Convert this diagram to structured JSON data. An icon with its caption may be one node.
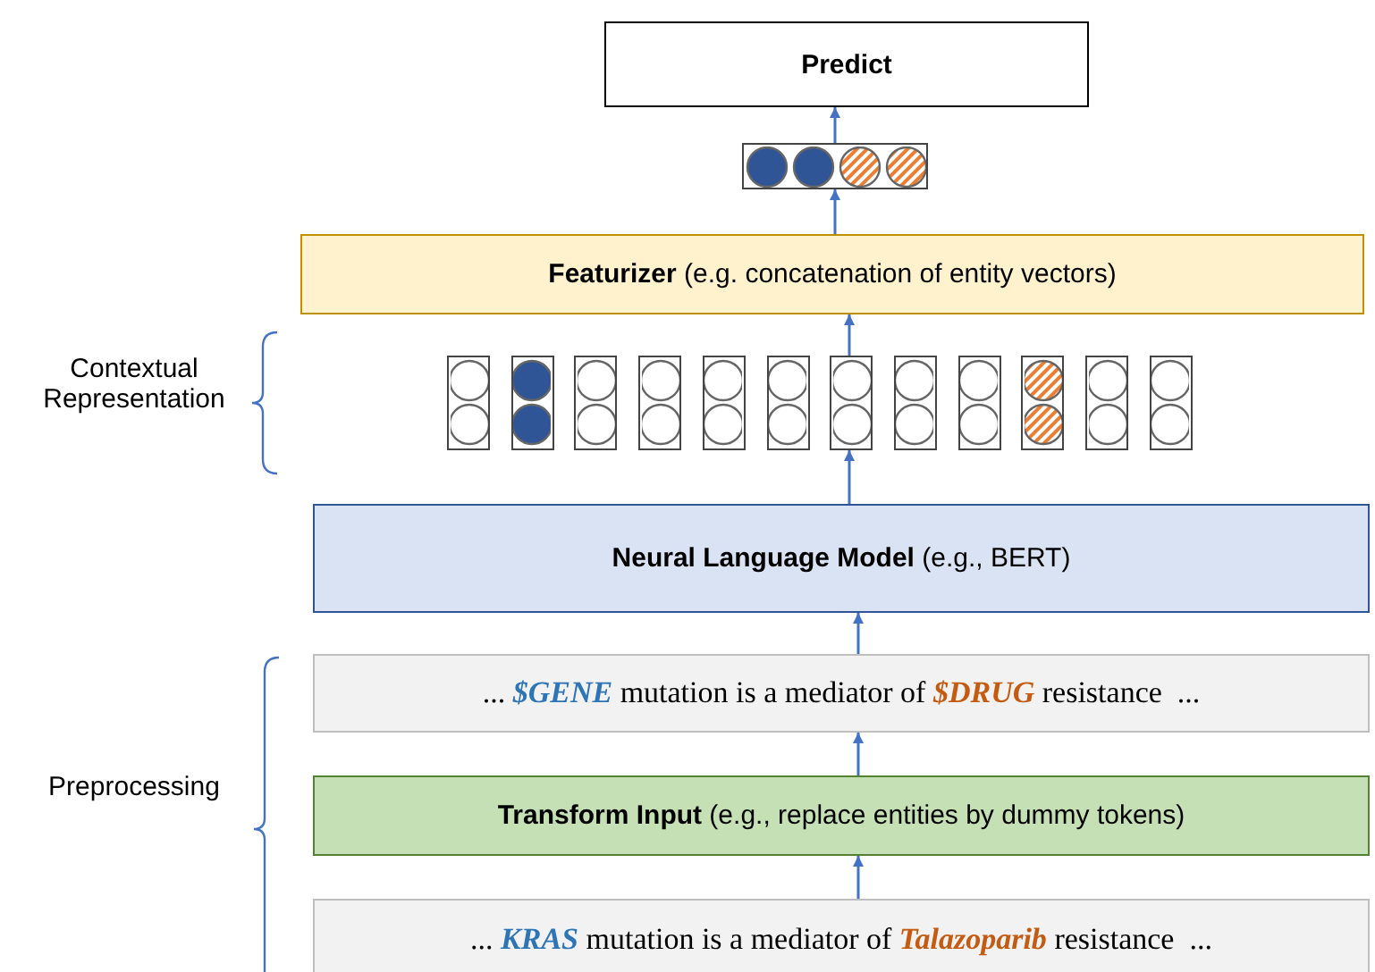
{
  "diagram": {
    "nodes": [
      {
        "text": [
          "Predict"
        ]
      },
      {
        "text": [],
        "shape": "box"
      },
      {
        "text": [
          "**Featurizer** (e.g. concatenation of entity vectors)"
        ]
      },
      {
        "text": [],
        "shape": "box"
      },
      {
        "text": [],
        "shape": "box"
      },
      {
        "text": [],
        "shape": "box"
      },
      {
        "text": [],
        "shape": "box"
      },
      {
        "text": [],
        "shape": "box"
      },
      {
        "text": [],
        "shape": "box"
      },
      {
        "text": [],
        "shape": "box"
      },
      {
        "text": [],
        "shape": "box"
      },
      {
        "text": [],
        "shape": "box"
      },
      {
        "text": [],
        "shape": "box"
      },
      {
        "text": [],
        "shape": "box"
      },
      {
        "text": [],
        "shape": "box"
      },
      {
        "text": [
          "**Neural Language Model** (e.g., BERT)"
        ]
      },
      {
        "text": [
          "... **$GENE** mutation is a mediator of **$DRUG** resistance  ..."
        ]
      },
      {
        "text": [
          "**Transform Input** (e.g., replace entities by dummy tokens)"
        ]
      },
      {
        "text": [
          "... **KRAS** mutation is a mediator of **Talazoparib** resistance  ..."
        ]
      }
    ],
    "edges": [
      {
        "from": 18,
        "to": 17,
        "arrow": "to"
      },
      {
        "from": 17,
        "to": 16,
        "arrow": "to"
      },
      {
        "from": 16,
        "to": 15,
        "arrow": "to"
      },
      {
        "from": 15,
        "to": 9,
        "arrow": "to"
      },
      {
        "from": 9,
        "to": 2,
        "arrow": "to"
      },
      {
        "from": 2,
        "to": 1,
        "arrow": "to"
      },
      {
        "from": 1,
        "to": 0,
        "arrow": "to"
      }
    ],
    "labels": [
      "Contextual Representation",
      "Preprocessing"
    ]
  }
}
